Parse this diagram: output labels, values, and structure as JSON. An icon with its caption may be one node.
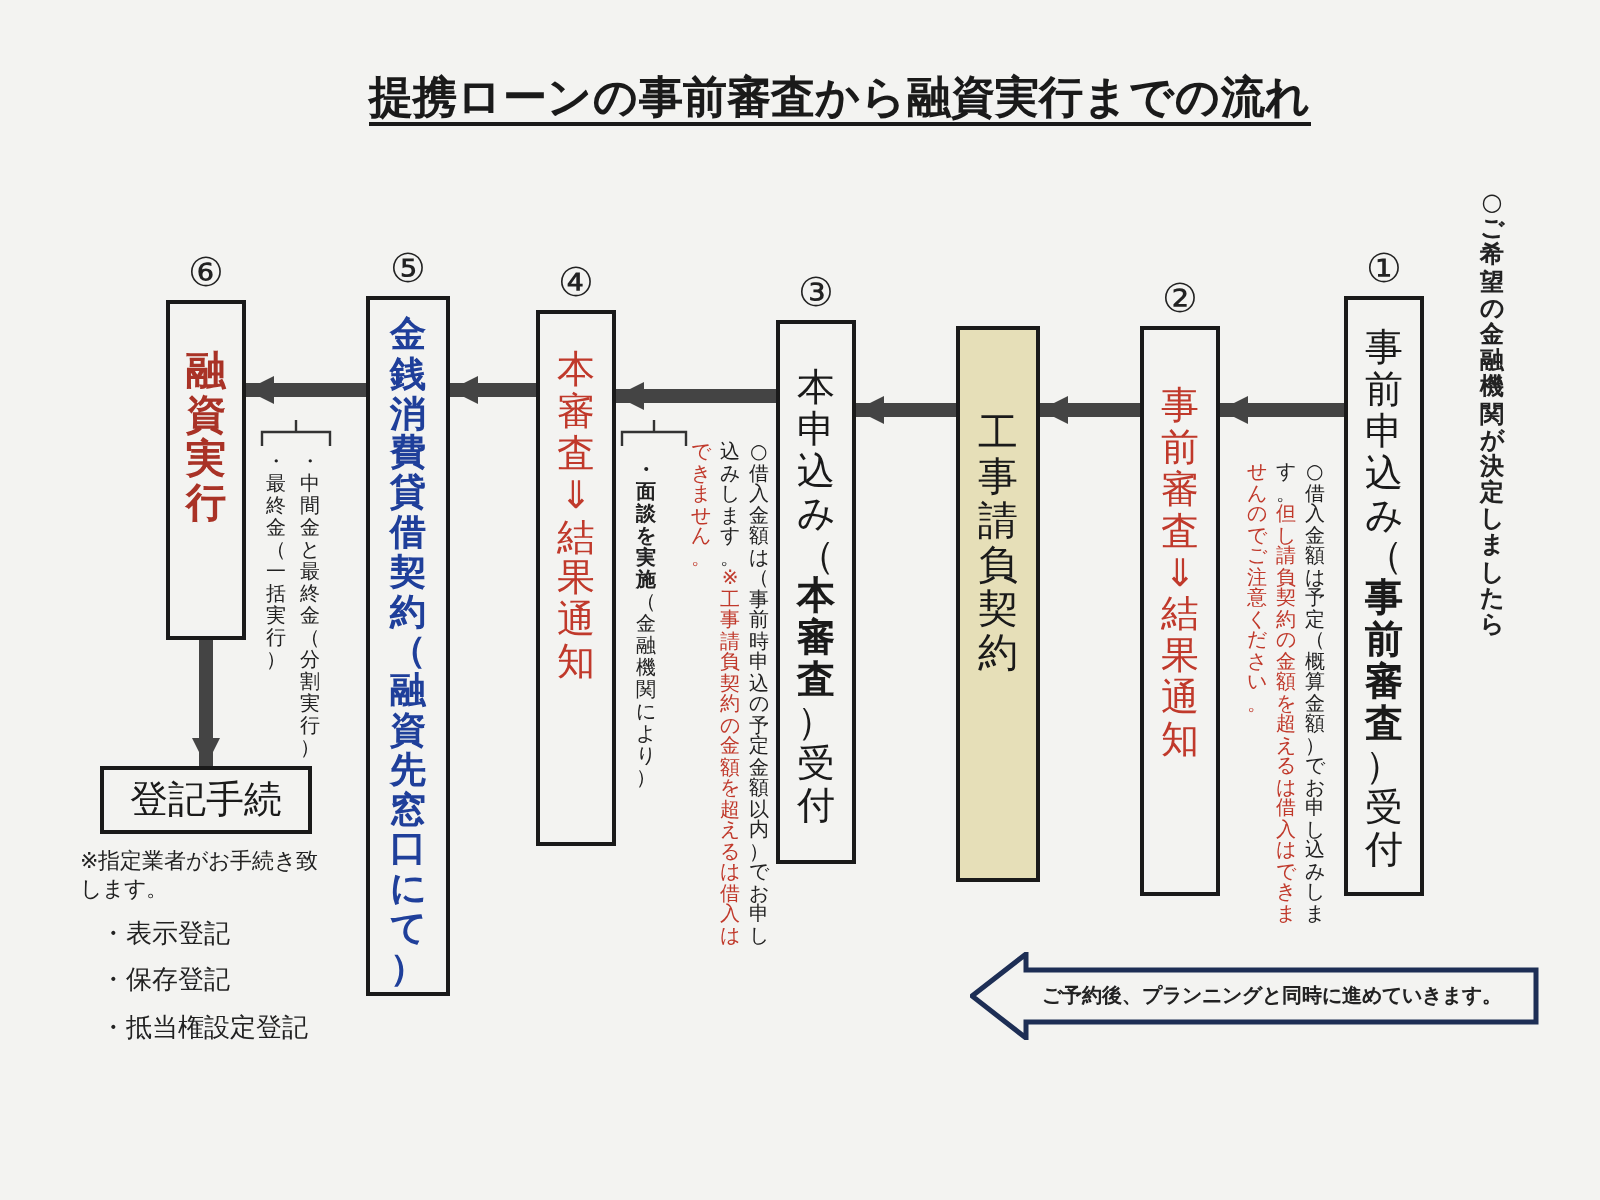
{
  "diagram": {
    "title": "提携ローンの事前審査から融資実行までの流れ",
    "nodes": [
      {
        "text": [
          "①",
          "事前申込み（**事前審査**）受付"
        ],
        "beside": [
          "○借入金額は予定（概算金額）でお申し込みします。",
          "但し請負契約の金額を超えるは借入はできませんのでご注意ください。"
        ]
      },
      {
        "text": [
          "②",
          "事前審査⇓結果通知"
        ]
      },
      {
        "text": [
          "工事請負契約"
        ]
      },
      {
        "text": [
          "③",
          "本申込み（**本審査**）受付"
        ],
        "beside": [
          "○借入金額は（事前時申込の予定金額以内）でお申し込みします。",
          "※工事請負契約の金額を超えるは借入はできません。"
        ]
      },
      {
        "text": [
          "④",
          "本審査⇓結果通知"
        ]
      },
      {
        "text": [
          "⑤",
          "**金銭消費貸借契約**（融資先窓口にて）"
        ]
      },
      {
        "text": [
          "⑥",
          "融資実行"
        ]
      },
      {
        "text": [
          "登記手続"
        ],
        "beside": [
          "※指定業者がお手続き致します。",
          "・表示登記",
          "・保存登記",
          "・抵当権設定登記"
        ]
      },
      {
        "text": [
          "ご予約後、プランニングと同時に進めていきます。"
        ]
      }
    ],
    "edges": [
      {
        "from": 0,
        "to": 1,
        "arrow": "to"
      },
      {
        "from": 1,
        "to": 2,
        "arrow": "to"
      },
      {
        "from": 2,
        "to": 3,
        "arrow": "to"
      },
      {
        "from": 3,
        "to": 4,
        "arrow": "to"
      },
      {
        "from": 4,
        "to": 5,
        "arrow": "to"
      },
      {
        "from": 5,
        "to": 6,
        "arrow": "to"
      },
      {
        "from": 6,
        "to": 7,
        "arrow": "to"
      }
    ],
    "labels": [
      "○ ご希望の金融機関が決定しましたら",
      "**・面談を実施**（金融機関により）",
      "・中間金と最終金（分割実行）",
      "・最終金（一括実行）"
    ]
  }
}
